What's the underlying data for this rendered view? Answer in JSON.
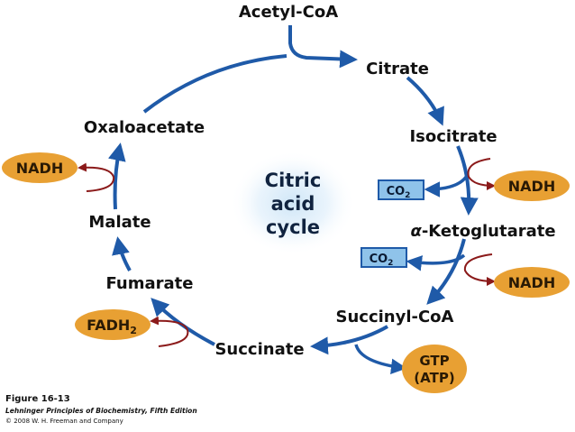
{
  "diagram": {
    "center_label": {
      "line1": "Citric",
      "line2": "acid",
      "line3": "cycle"
    },
    "intermediates": {
      "acetyl_coa": "Acetyl-CoA",
      "citrate": "Citrate",
      "isocitrate": "Isocitrate",
      "alpha_ketoglutarate_prefix": "α",
      "alpha_ketoglutarate_rest": "-Ketoglutarate",
      "succinyl_coa": "Succinyl-CoA",
      "succinate": "Succinate",
      "fumarate": "Fumarate",
      "malate": "Malate",
      "oxaloacetate": "Oxaloacetate"
    },
    "products": {
      "nadh_isocitrate": "NADH",
      "nadh_ketoglutarate": "NADH",
      "nadh_malate": "NADH",
      "fadh2_base": "FADH",
      "fadh2_sub": "2",
      "gtp": "GTP",
      "atp": "(ATP)",
      "co2_1_base": "CO",
      "co2_1_sub": "2",
      "co2_2_base": "CO",
      "co2_2_sub": "2"
    },
    "colors": {
      "cycle_arrow": "#1f5aa8",
      "branch_arrow": "#8b1a1a",
      "oval_fill": "#e8a033",
      "box_fill": "#8fc3ea",
      "box_border": "#1f5aa8",
      "glow": "#cfe6f7"
    }
  },
  "caption": {
    "figure": "Figure 16-13",
    "book": "Lehninger Principles of Biochemistry, Fifth Edition",
    "copyright": "© 2008 W. H. Freeman and Company"
  }
}
